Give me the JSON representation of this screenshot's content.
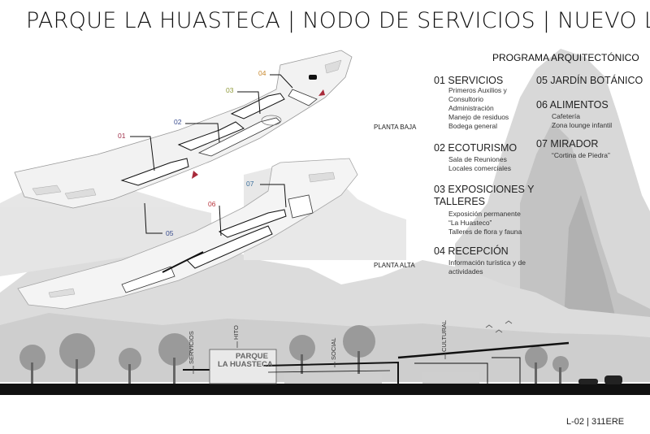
{
  "title": "PARQUE LA HUASTECA | NODO DE SERVICIOS | NUEVO LEÓN",
  "program": {
    "heading": "PROGRAMA ARQUITECTÓNICO",
    "items": [
      {
        "heading": "01 SERVICIOS",
        "details": [
          "Primeros Auxilios y",
          "Consultorio",
          "Administración",
          "Manejo de residuos",
          "Bodega general"
        ]
      },
      {
        "heading": "02 ECOTURISMO",
        "details": [
          "Sala de Reuniones",
          "Locales comerciales"
        ]
      },
      {
        "heading": "03 EXPOSICIONES Y",
        "heading2": "TALLERES",
        "details": [
          "Exposición permanente",
          "“La Huasteco”",
          "Talleres de flora y fauna"
        ]
      },
      {
        "heading": "04 RECEPCIÓN",
        "details": [
          "Información turística y de",
          "actividades"
        ]
      },
      {
        "heading": "05 JARDÍN BOTÁNICO",
        "details": []
      },
      {
        "heading": "06 ALIMENTOS",
        "details": [
          "Cafetería",
          "Zona lounge infantil"
        ]
      },
      {
        "heading": "07 MIRADOR",
        "details": [
          "“Cortina de Piedra”"
        ]
      }
    ]
  },
  "plans": {
    "ground_label": "PLANTA BAJA",
    "upper_label": "PLANTA ALTA"
  },
  "callouts": {
    "c01": "01",
    "c02": "02",
    "c03": "03",
    "c04": "04",
    "c05": "05",
    "c06": "06",
    "c07": "07"
  },
  "callout_colors": {
    "c01": "#a0304a",
    "c02": "#3a4d8f",
    "c03": "#8f9a3a",
    "c04": "#c9892e",
    "c05": "#3a4d8f",
    "c06": "#b8343c",
    "c07": "#3a6f9c"
  },
  "section": {
    "labels": [
      "SERVICIOS",
      "HITO",
      "SOCIAL",
      "CULTURAL"
    ],
    "sign_line1": "PARQUE",
    "sign_line2": "LA HUASTECA"
  },
  "sheet_id": "L-02 | 311ERE"
}
